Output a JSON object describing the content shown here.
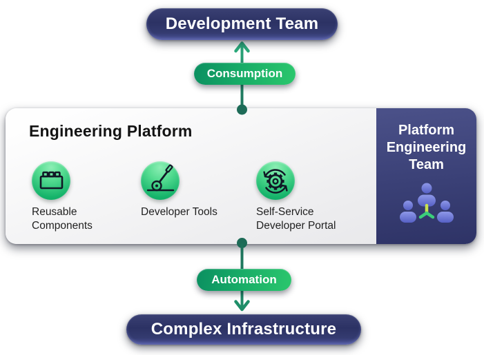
{
  "nodes": {
    "development_team": "Development Team",
    "complex_infrastructure": "Complex Infrastructure"
  },
  "flows": {
    "consumption": "Consumption",
    "automation": "Automation"
  },
  "platform": {
    "title": "Engineering Platform",
    "capabilities": [
      {
        "label": "Reusable Components",
        "icon": "lego-brick-icon"
      },
      {
        "label": "Developer Tools",
        "icon": "shovel-icon"
      },
      {
        "label": "Self-Service Developer Portal",
        "icon": "gear-sync-icon"
      }
    ],
    "team_panel": {
      "title": "Platform Engineering Team",
      "icon": "team-icon"
    }
  },
  "colors": {
    "navy_pill": "#2c3264",
    "navy_panel": "#3a4076",
    "green_pill_dark": "#0b8f60",
    "green_pill_light": "#2bc76d",
    "connector_green": "#2bab7c",
    "connector_dot": "#1d6b57",
    "icon_circle_green": "#16b46b",
    "people_periwinkle": "#6b76d6",
    "card_background": "#ededef"
  }
}
